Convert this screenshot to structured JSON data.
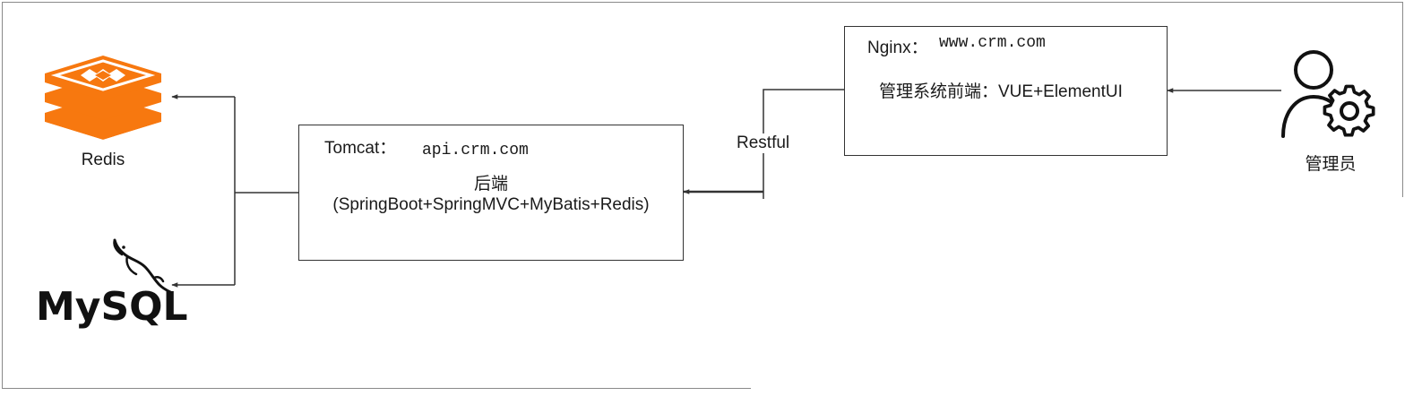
{
  "diagram": {
    "redis": {
      "label": "Redis"
    },
    "mysql": {
      "wordmark": "MySQL"
    },
    "backend": {
      "server": "Tomcat：",
      "domain": "api.crm.com",
      "title": "后端",
      "stack": "(SpringBoot+SpringMVC+MyBatis+Redis)"
    },
    "connector": {
      "label": "Restful"
    },
    "frontend": {
      "server": "Nginx：",
      "domain": "www.crm.com",
      "title": "管理系统前端：VUE+ElementUI"
    },
    "admin": {
      "label": "管理员"
    },
    "colors": {
      "redis": "#f7780f",
      "line": "#333333",
      "icon": "#111111"
    }
  }
}
